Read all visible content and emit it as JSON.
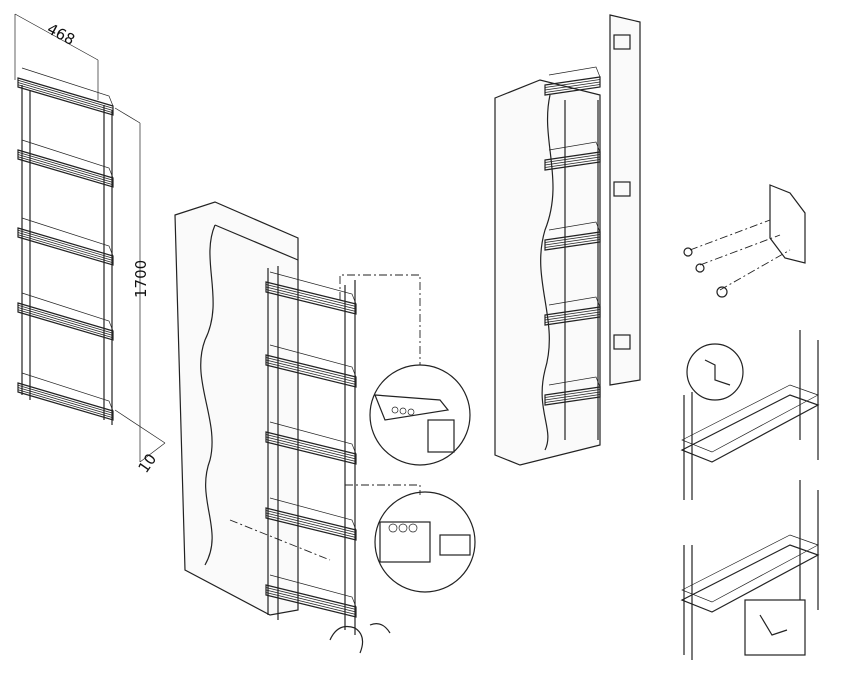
{
  "dimensions": {
    "width": "468",
    "height": "1700",
    "offset": "10"
  },
  "colors": {
    "line": "#222222",
    "background": "#ffffff"
  }
}
